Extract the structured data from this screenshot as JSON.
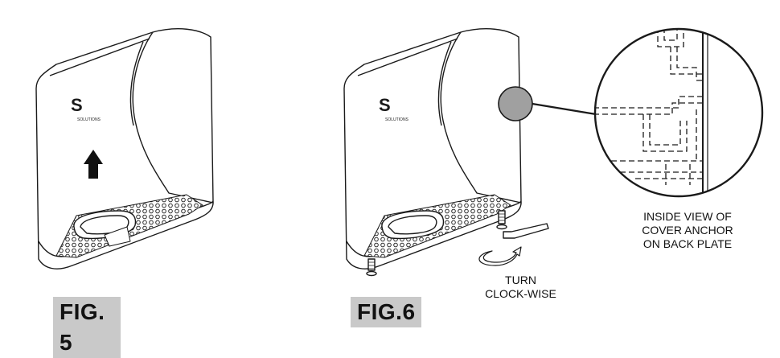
{
  "figures": {
    "fig5": {
      "label": "FIG. 5"
    },
    "fig6": {
      "label": "FIG.6"
    }
  },
  "callouts": {
    "turn": [
      "TURN",
      "CLOCK-WISE"
    ],
    "inside_view": [
      "INSIDE VIEW OF",
      "COVER ANCHOR",
      "ON BACK PLATE"
    ]
  },
  "colors": {
    "line": "#1a1a1a",
    "label_bg": "#c9c9c9",
    "highlight": "#a0a0a0"
  }
}
